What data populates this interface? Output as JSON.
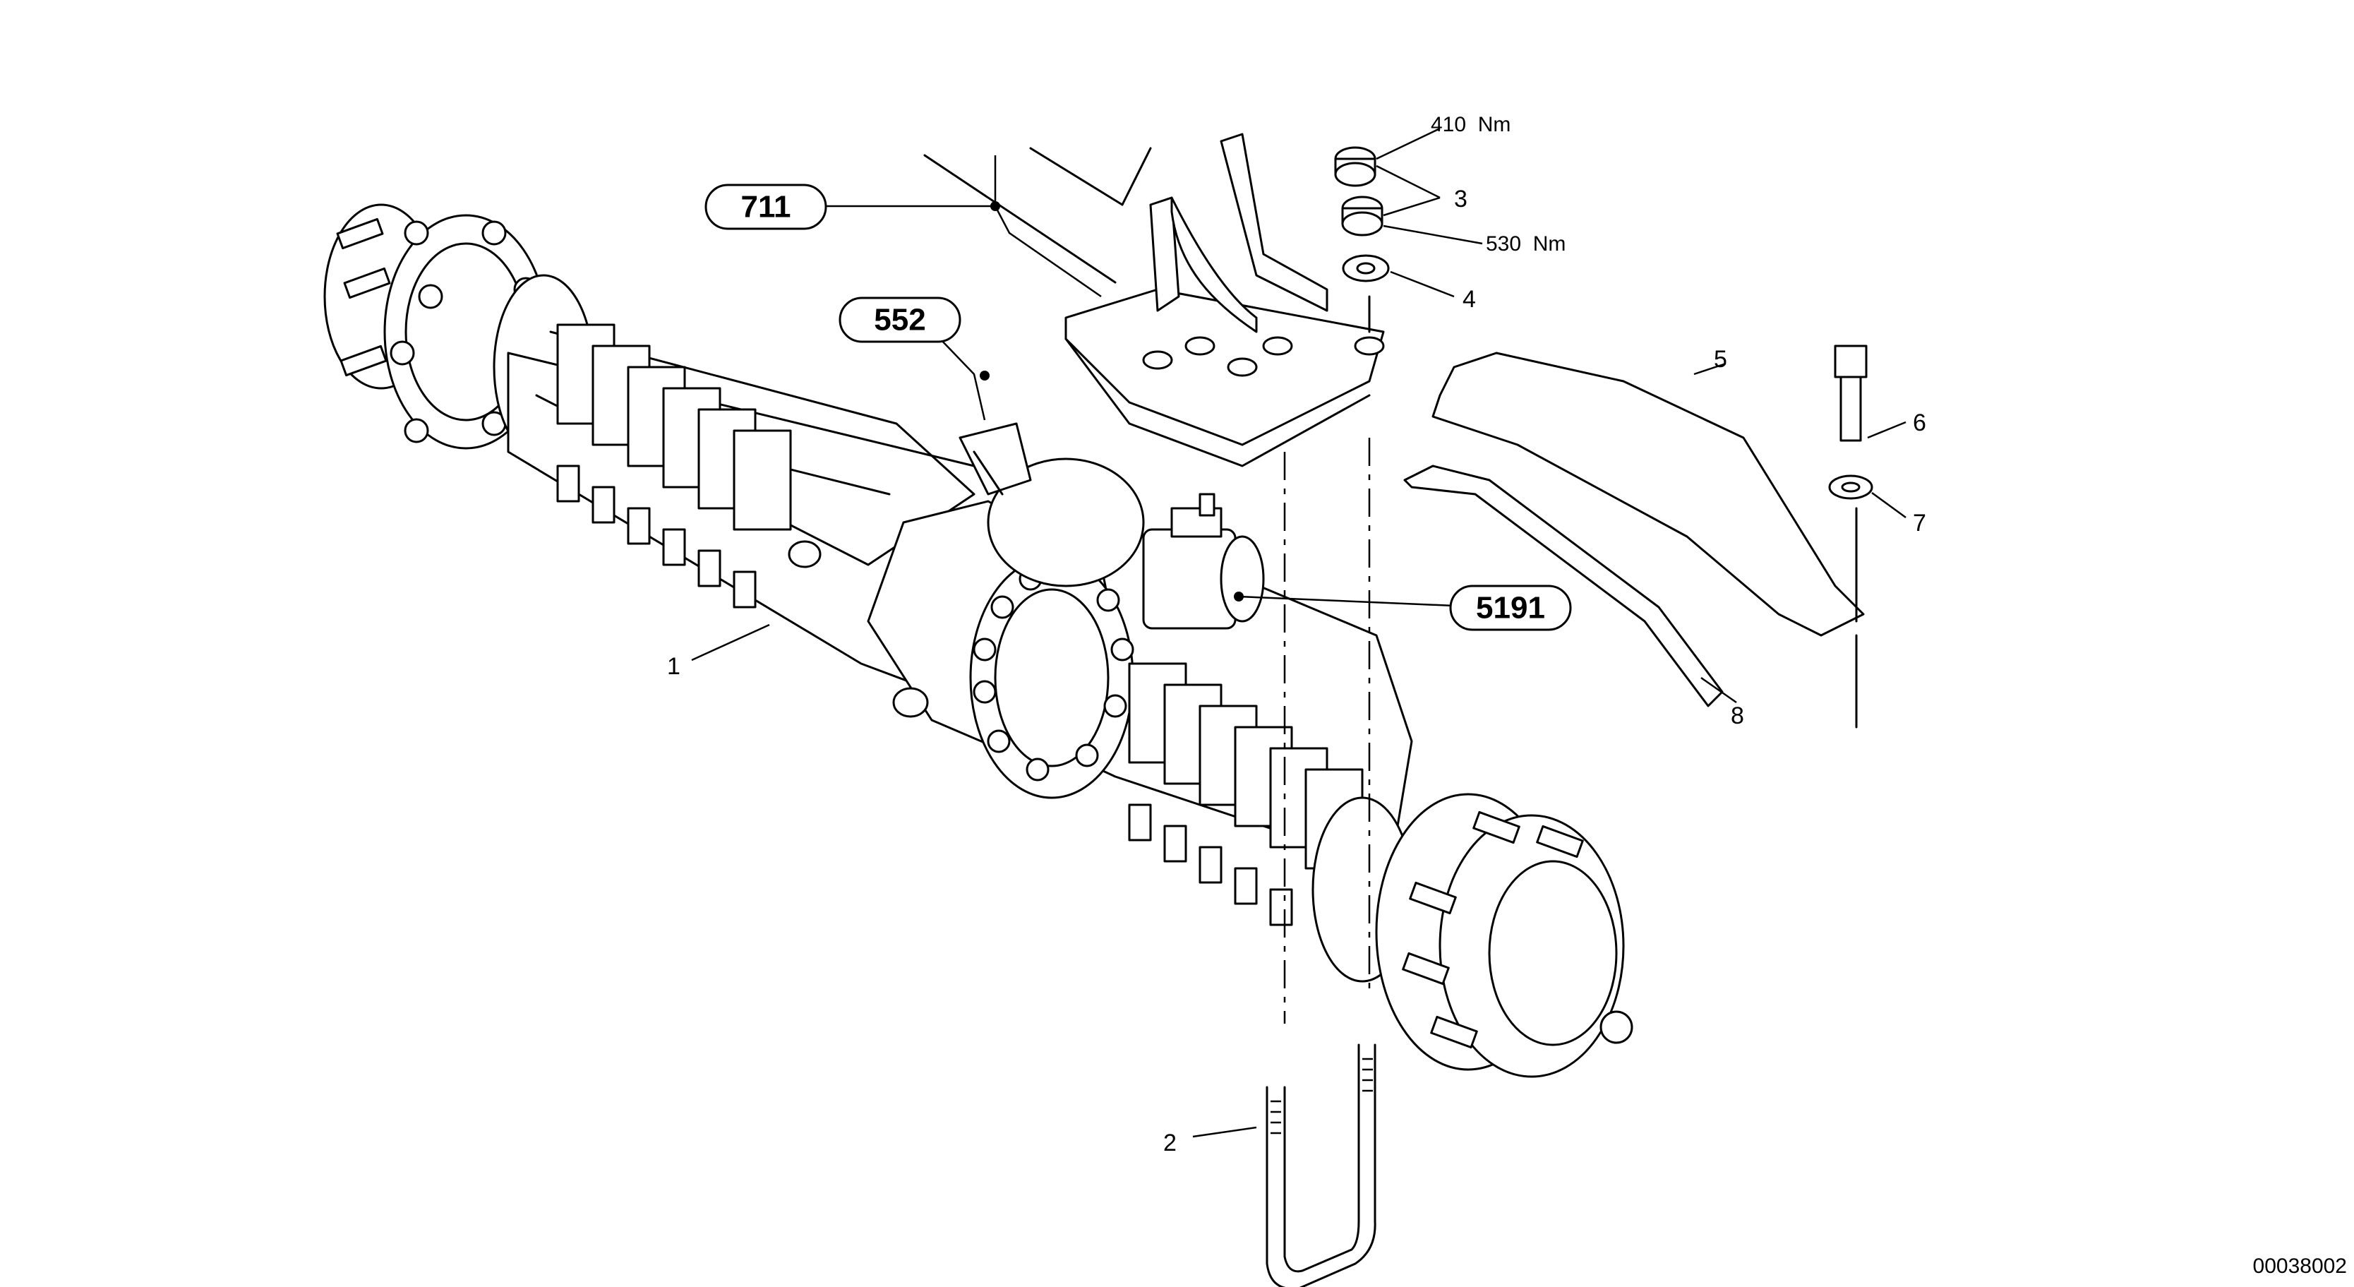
{
  "diagram": {
    "reference_labels": [
      {
        "id": "ref-711",
        "text": "711"
      },
      {
        "id": "ref-552",
        "text": "552"
      },
      {
        "id": "ref-5191",
        "text": "5191"
      }
    ],
    "part_numbers": [
      "1",
      "2",
      "3",
      "4",
      "5",
      "6",
      "7",
      "8"
    ],
    "torque_values": [
      "410  Nm",
      "530  Nm"
    ],
    "document_id": "00038002"
  }
}
